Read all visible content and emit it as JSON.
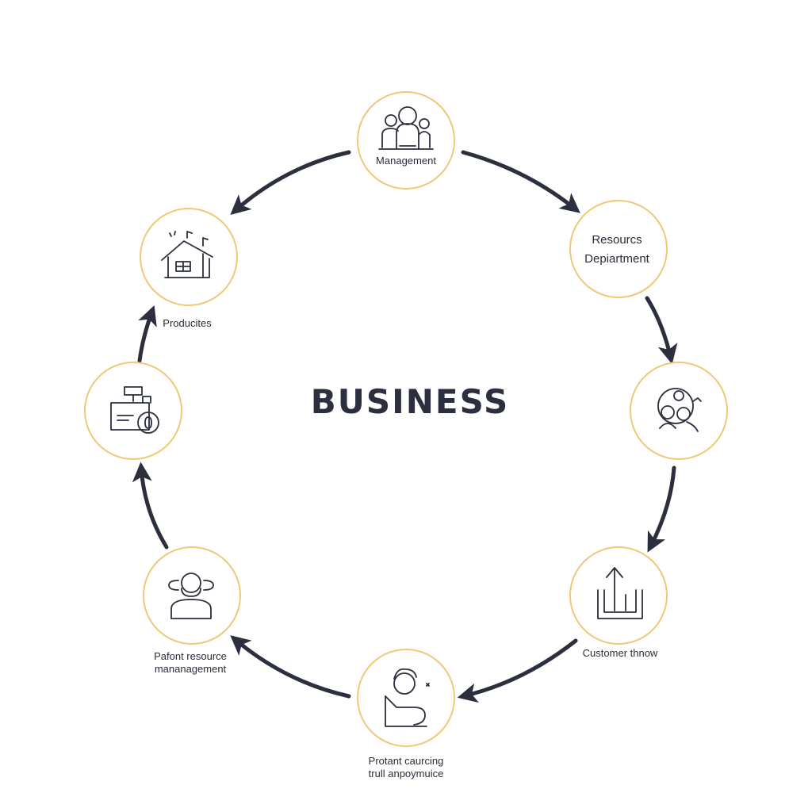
{
  "title": "BUSINESS",
  "colors": {
    "ring": "#f0c878",
    "arrow": "#2b2f3e",
    "text": "#2a2d3a"
  },
  "nodes": [
    {
      "id": "management",
      "icon": "team-icon",
      "label_lines": [
        "Management"
      ]
    },
    {
      "id": "resources",
      "icon": "",
      "label_lines": [
        "Resourcs",
        "Depiartment"
      ]
    },
    {
      "id": "globe",
      "icon": "globe-people-icon",
      "label_lines": []
    },
    {
      "id": "customer",
      "icon": "upload-arrow-icon",
      "label_lines": [
        "Customer thnow"
      ]
    },
    {
      "id": "protant",
      "icon": "person-laptop-icon",
      "label_lines": [
        "Protant caurcing",
        "trull anpoymuice"
      ]
    },
    {
      "id": "pafont",
      "icon": "person-headset-icon",
      "label_lines": [
        "Pafont resource",
        "mananagement"
      ]
    },
    {
      "id": "register",
      "icon": "cash-register-icon",
      "label_lines": []
    },
    {
      "id": "productes",
      "icon": "house-icon",
      "label_lines": [
        "Producites"
      ]
    }
  ]
}
